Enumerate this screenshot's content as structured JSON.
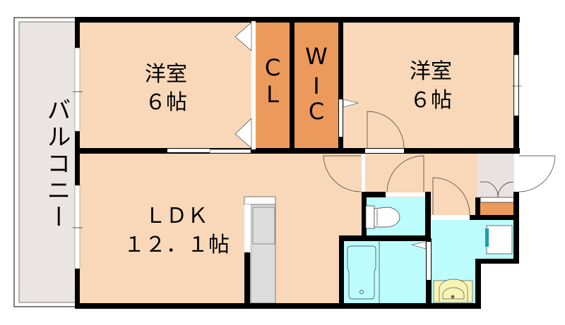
{
  "floorplan": {
    "colors": {
      "wall": "#000000",
      "room_floor": "#f8d8b8",
      "closet": "#ec9a5c",
      "wet_area": "#bcfcfc",
      "balcony": "#ebe4e4",
      "entrance": "#e8e2e2",
      "kitchen": "#dcdcdc",
      "sink_basin": "#f8f4b4"
    },
    "rooms": {
      "bedroom_west": {
        "name": "洋室",
        "size": "６帖"
      },
      "bedroom_east": {
        "name": "洋室",
        "size": "６帖"
      },
      "closet": {
        "label_line1": "C",
        "label_line2": "L"
      },
      "walk_in_closet": {
        "label_line1": "W",
        "label_line2": "I",
        "label_line3": "C"
      },
      "ldk": {
        "name": "ＬＤＫ",
        "size": "１２．１帖"
      },
      "balcony": {
        "label": "バルコニー"
      }
    }
  }
}
